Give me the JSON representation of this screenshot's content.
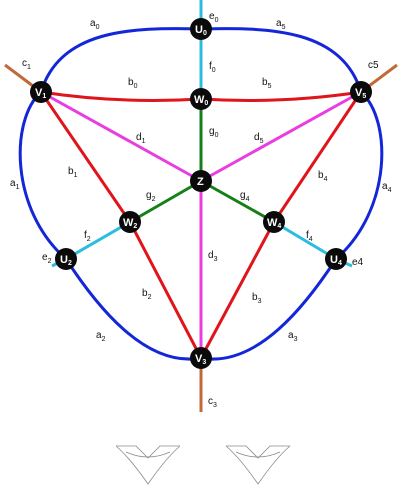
{
  "colors": {
    "blue": "#1326d8",
    "red": "#e0141b",
    "magenta": "#e83ee0",
    "green": "#158018",
    "cyan": "#2bbde0",
    "brown": "#c06a3a",
    "node": "#0a0a0a",
    "sketch": "#8a8a8a"
  },
  "nodes": [
    {
      "id": "U0",
      "base": "U",
      "sub": "0"
    },
    {
      "id": "W0",
      "base": "W",
      "sub": "0"
    },
    {
      "id": "V1",
      "base": "V",
      "sub": "1"
    },
    {
      "id": "V5",
      "base": "V",
      "sub": "5"
    },
    {
      "id": "Z",
      "base": "Z",
      "sub": ""
    },
    {
      "id": "W2",
      "base": "W",
      "sub": "2"
    },
    {
      "id": "W4",
      "base": "W",
      "sub": "4"
    },
    {
      "id": "U2",
      "base": "U",
      "sub": "2"
    },
    {
      "id": "U4",
      "base": "U",
      "sub": "4"
    },
    {
      "id": "V3",
      "base": "V",
      "sub": "3"
    }
  ],
  "edge_labels": [
    {
      "id": "a0",
      "base": "a",
      "sub": "0"
    },
    {
      "id": "e0",
      "base": "e",
      "sub": "0"
    },
    {
      "id": "a5",
      "base": "a",
      "sub": "5"
    },
    {
      "id": "c1",
      "base": "c",
      "sub": "1"
    },
    {
      "id": "c5",
      "base": "c5",
      "sub": ""
    },
    {
      "id": "f0",
      "base": "f",
      "sub": "0"
    },
    {
      "id": "b0",
      "base": "b",
      "sub": "0"
    },
    {
      "id": "b5",
      "base": "b",
      "sub": "5"
    },
    {
      "id": "g0",
      "base": "g",
      "sub": "0"
    },
    {
      "id": "d1",
      "base": "d",
      "sub": "1"
    },
    {
      "id": "d5",
      "base": "d",
      "sub": "5"
    },
    {
      "id": "a1",
      "base": "a",
      "sub": "1"
    },
    {
      "id": "b1",
      "base": "b",
      "sub": "1"
    },
    {
      "id": "b4",
      "base": "b",
      "sub": "4"
    },
    {
      "id": "a4",
      "base": "a",
      "sub": "4"
    },
    {
      "id": "g2",
      "base": "g",
      "sub": "2"
    },
    {
      "id": "g4",
      "base": "g",
      "sub": "4"
    },
    {
      "id": "f2",
      "base": "f",
      "sub": "2"
    },
    {
      "id": "f4",
      "base": "f",
      "sub": "4"
    },
    {
      "id": "e2",
      "base": "e",
      "sub": "2"
    },
    {
      "id": "e4",
      "base": "e4",
      "sub": ""
    },
    {
      "id": "d3",
      "base": "d",
      "sub": "3"
    },
    {
      "id": "b2",
      "base": "b",
      "sub": "2"
    },
    {
      "id": "b3",
      "base": "b",
      "sub": "3"
    },
    {
      "id": "a2",
      "base": "a",
      "sub": "2"
    },
    {
      "id": "a3",
      "base": "a",
      "sub": "3"
    },
    {
      "id": "c3",
      "base": "c",
      "sub": "3"
    }
  ]
}
